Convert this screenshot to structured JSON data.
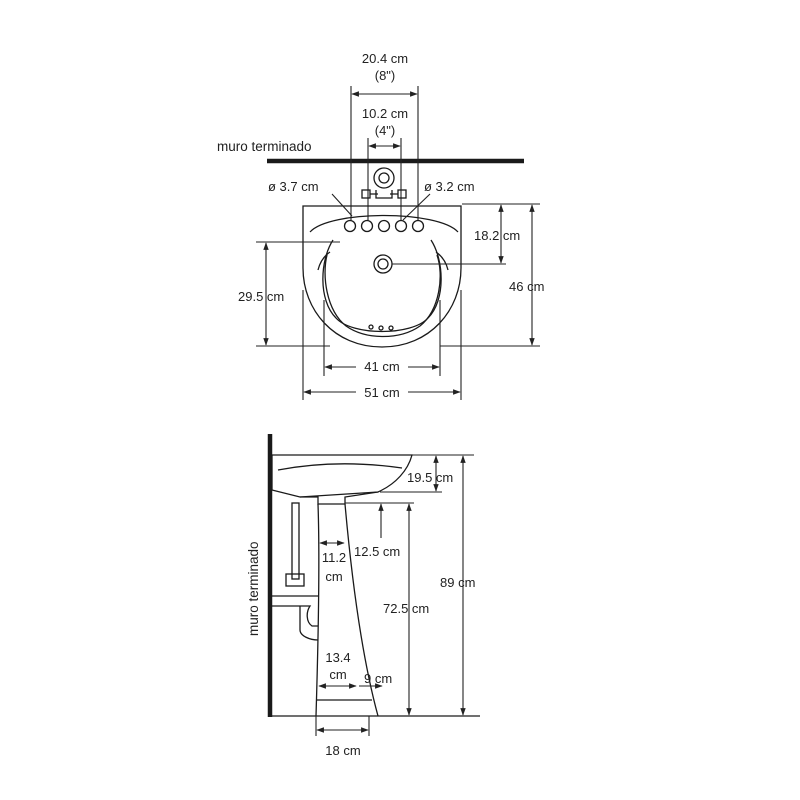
{
  "top_view": {
    "wall_label": "muro terminado",
    "dim_width_holes": {
      "cm": "20.4 cm",
      "in": "(8\")"
    },
    "dim_center_holes": {
      "cm": "10.2 cm",
      "in": "(4\")"
    },
    "hole_diameter_left": "ø 3.7 cm",
    "hole_diameter_right": "ø 3.2 cm",
    "dim_rim_to_drain": "18.2 cm",
    "dim_bowl_depth": "29.5 cm",
    "dim_total_depth": "46 cm",
    "dim_bowl_width": "41 cm",
    "dim_total_width": "51 cm"
  },
  "side_view": {
    "wall_label": "muro terminado",
    "dim_basin_height": "19.5 cm",
    "dim_drain_height": "12.5 cm",
    "dim_wall_to_pedestal": {
      "line1": "11.2",
      "line2": "cm"
    },
    "dim_pedestal_height": "72.5 cm",
    "dim_total_height": "89 cm",
    "dim_trap_offset": {
      "line1": "13.4",
      "line2": "cm"
    },
    "dim_base_offset": "9 cm",
    "dim_base_width": "18 cm"
  }
}
